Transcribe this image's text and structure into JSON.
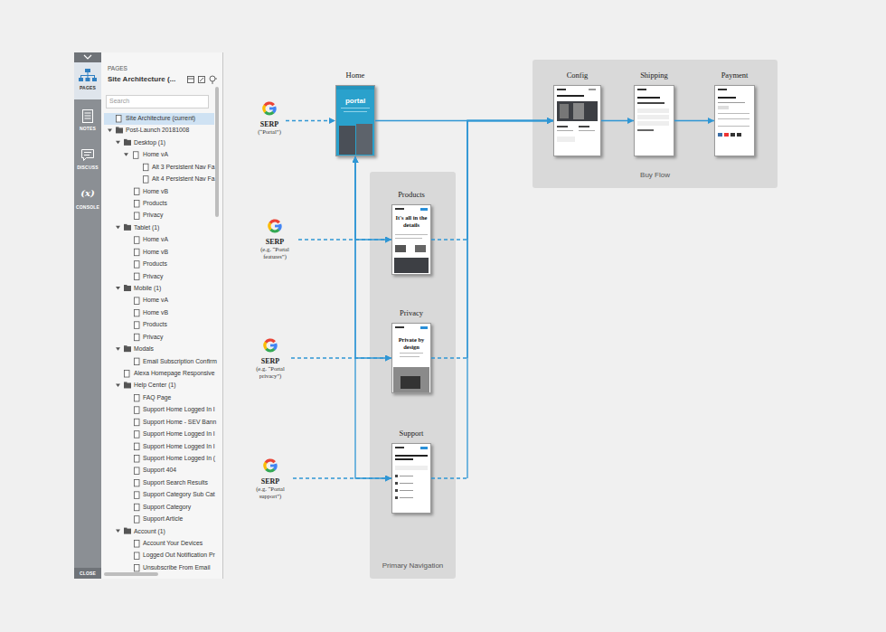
{
  "diagram": {
    "nodes": [
      {
        "text": [
          "SERP",
          "(“Portal”)"
        ]
      },
      {
        "text": [
          "Home",
          "portal"
        ]
      },
      {
        "text": [
          "Buy Flow"
        ]
      },
      {
        "text": [
          "Config"
        ],
        "in": 2
      },
      {
        "text": [
          "Shipping"
        ],
        "in": 2
      },
      {
        "text": [
          "Payment"
        ],
        "in": 2
      },
      {
        "text": [
          "SERP",
          "(e.g. “Portal features”)"
        ]
      },
      {
        "text": [
          "Primary Navigation"
        ]
      },
      {
        "text": [
          "Products",
          "It's all in the details"
        ],
        "in": 7
      },
      {
        "text": [
          "Privacy",
          "Private by design"
        ],
        "in": 7
      },
      {
        "text": [
          "Support"
        ],
        "in": 7
      },
      {
        "text": [
          "SERP",
          "(e.g. “Portal privacy”)"
        ]
      },
      {
        "text": [
          "SERP",
          "(e.g. “Portal support”)"
        ]
      }
    ],
    "edges": [
      {
        "from": 0,
        "to": 1,
        "arrow": "to"
      },
      {
        "from": 1,
        "to": 3,
        "arrow": "to"
      },
      {
        "from": 3,
        "to": 4,
        "arrow": "to"
      },
      {
        "from": 4,
        "to": 5,
        "arrow": "to"
      },
      {
        "from": 6,
        "to": 8,
        "arrow": "to"
      },
      {
        "from": 1,
        "to": 8,
        "arrow": "both"
      },
      {
        "from": 8,
        "to": 3,
        "arrow": "to"
      },
      {
        "from": 11,
        "to": 9,
        "arrow": "to"
      },
      {
        "from": 1,
        "to": 9,
        "arrow": "both"
      },
      {
        "from": 9,
        "to": 3,
        "arrow": "to"
      },
      {
        "from": 12,
        "to": 10,
        "arrow": "to"
      },
      {
        "from": 1,
        "to": 10,
        "arrow": "both"
      },
      {
        "from": 10,
        "to": 3,
        "arrow": "to"
      }
    ],
    "labels": [
      "PAGES",
      "NOTES",
      "DISCUSS",
      "(x)",
      "CONSOLE",
      "CLOSE",
      "PAGES",
      "Site Architecture (...",
      "Search",
      "Site Architecture (current)",
      "Post-Launch 20181008",
      "Desktop (1)",
      "Home vA",
      "Alt 3 Persistent Nav Fa",
      "Alt 4 Persistent Nav Fa",
      "Home vB",
      "Products",
      "Privacy",
      "Tablet (1)",
      "Home vA",
      "Home vB",
      "Products",
      "Privacy",
      "Mobile (1)",
      "Home vA",
      "Home vB",
      "Products",
      "Privacy",
      "Modals",
      "Email Subscription Confirm",
      "Alexa Homepage Responsive",
      "Help Center (1)",
      "FAQ Page",
      "Support Home Logged In I",
      "Support Home - SEV Bann",
      "Support Home Logged In I",
      "Support Home Logged In I",
      "Support Home Logged In (",
      "Support 404",
      "Support Search Results",
      "Support Category Sub Cat",
      "Support Category",
      "Support Article",
      "Account (1)",
      "Account Your Devices",
      "Logged Out Notification Pr",
      "Unsubscribe From Email"
    ]
  }
}
